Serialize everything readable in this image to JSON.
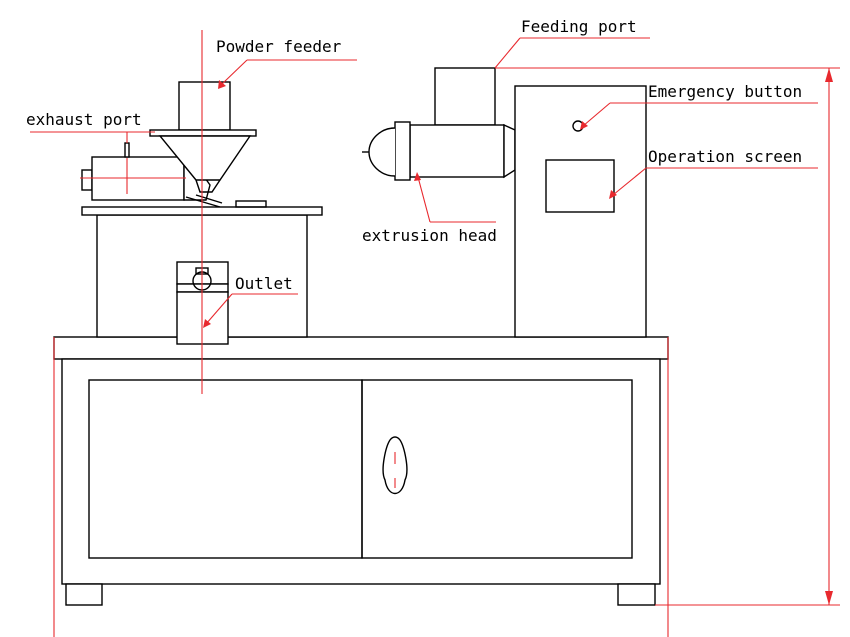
{
  "labels": {
    "powder_feeder": "Powder feeder",
    "feeding_port": "Feeding port",
    "exhaust_port": "exhaust port",
    "emergency_button": "Emergency button",
    "operation_screen": "Operation screen",
    "extrusion_head": "extrusion head",
    "outlet": "Outlet"
  },
  "colors": {
    "line": "#000000",
    "leader": "#e8292e",
    "background": "#ffffff"
  }
}
